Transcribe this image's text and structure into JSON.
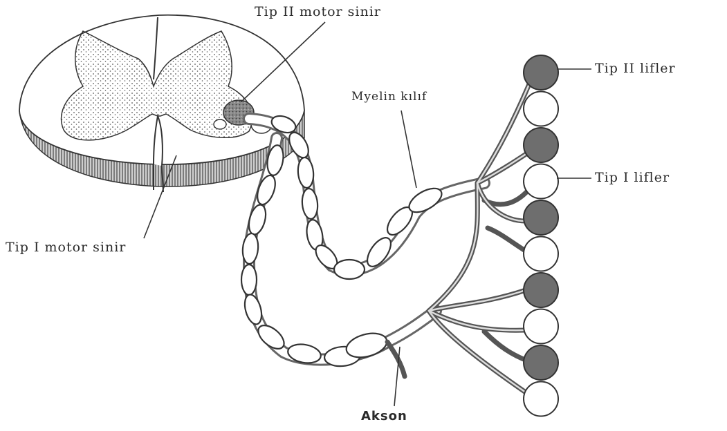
{
  "labels": {
    "type2_motor_nerve": "Tip II motor sinir",
    "type1_motor_nerve": "Tip I motor sinir",
    "myelin_sheath": "Myelin kılıf",
    "type2_fibers": "Tip II lifler",
    "type1_fibers": "Tip I lifler",
    "axon": "Akson"
  },
  "muscle_fibers": [
    "type2",
    "type1",
    "type2",
    "type1",
    "type2",
    "type1",
    "type2",
    "type1",
    "type2",
    "type1"
  ],
  "colors": {
    "ink": "#2a2a2a",
    "type2_fiber_fill": "#6e6e6e",
    "type1_fiber_fill": "#ffffff",
    "grey_matter_dots": "#555555"
  }
}
